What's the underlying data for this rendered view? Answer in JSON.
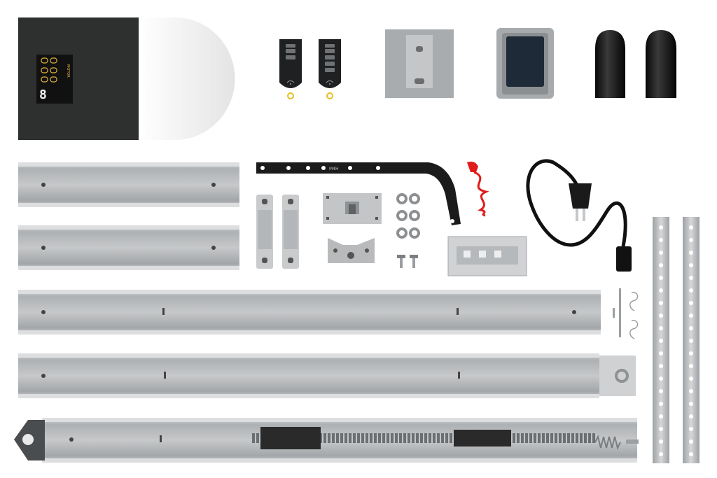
{
  "colors": {
    "background": "#ffffff",
    "opener_body": "#2e302f",
    "opener_cover": "#f3f3f3",
    "rail_aluminium": "#b9bcbe",
    "rail_shadow": "#8e9193",
    "steel_part": "#c9cbcd",
    "black_part": "#161616",
    "remote_button": "#6f7275",
    "remote_ring": "#e6c01f",
    "release_knob": "#e11b1b"
  },
  "opener": {
    "display_digit": "8",
    "display_brand": "MOTOR"
  },
  "mounting_arm": {
    "stamp_text": "M4H"
  },
  "icons": [
    "wifi-icon",
    "plug-icon"
  ]
}
